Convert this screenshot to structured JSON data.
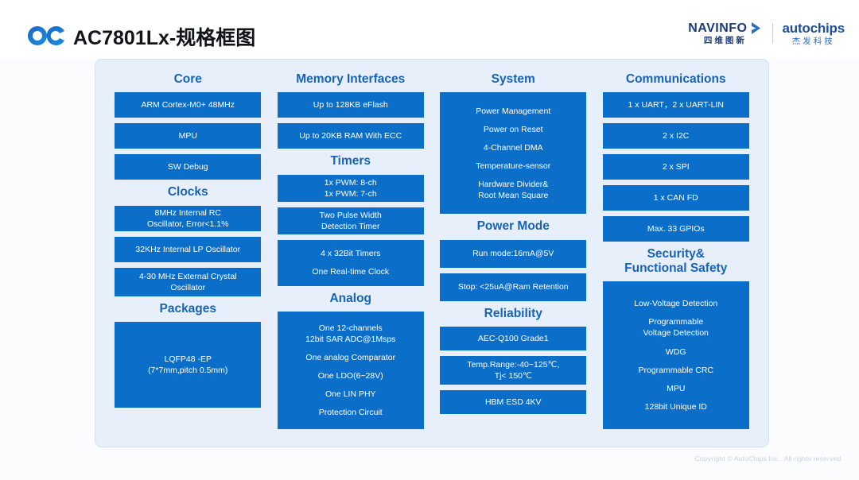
{
  "header": {
    "logo_mark": "OC",
    "title": "AC7801Lx-规格框图",
    "navinfo_word": "NAVINFO",
    "navinfo_cn": "四维图新",
    "autochips_word": "autochips",
    "autochips_cn": "杰发科技"
  },
  "colors": {
    "panel_bg": "#e7effa",
    "box_blue": "#0b6fc9",
    "heading_blue": "#1763b8",
    "brand_navy": "#1b3a7a",
    "title_text": "#111418"
  },
  "columns": [
    {
      "sections": [
        {
          "title": "Core",
          "boxes": [
            {
              "height": 32,
              "lines": [
                "ARM Cortex-M0+ 48MHz"
              ]
            },
            {
              "height": 32,
              "lines": [
                "MPU"
              ]
            },
            {
              "height": 32,
              "lines": [
                "SW Debug"
              ]
            }
          ]
        },
        {
          "title": "Clocks",
          "boxes": [
            {
              "height": 32,
              "lines": [
                "8MHz Internal RC",
                "Oscillator, Error<1.1%"
              ]
            },
            {
              "height": 32,
              "lines": [
                "32KHz Internal LP Oscillator"
              ]
            },
            {
              "height": 36,
              "lines": [
                "4-30 MHz External Crystal",
                "Oscillator"
              ]
            }
          ]
        },
        {
          "title": "Packages",
          "boxes": [
            {
              "height": 108,
              "lines": [
                "LQFP48 -EP",
                "(7*7mm,pitch 0.5mm)"
              ]
            }
          ]
        }
      ]
    },
    {
      "sections": [
        {
          "title": "Memory Interfaces",
          "boxes": [
            {
              "height": 32,
              "lines": [
                "Up to 128KB eFlash"
              ]
            },
            {
              "height": 32,
              "lines": [
                "Up to 20KB RAM With ECC"
              ]
            }
          ]
        },
        {
          "title": "Timers",
          "boxes": [
            {
              "height": 34,
              "lines": [
                "1x PWM: 8-ch",
                "1x PWM: 7-ch"
              ]
            },
            {
              "height": 34,
              "lines": [
                "Two Pulse Width",
                "Detection Timer"
              ]
            },
            {
              "height": 58,
              "lines": [
                "4 x 32Bit Timers",
                "",
                "One Real-time Clock"
              ]
            }
          ]
        },
        {
          "title": "Analog",
          "boxes": [
            {
              "height": 148,
              "lines": [
                "One 12-channels",
                "12bit SAR ADC@1Msps",
                "",
                "One analog Comparator",
                "",
                "One LDO(6~28V)",
                "",
                "One LIN PHY",
                "",
                "Protection Circuit"
              ]
            }
          ]
        }
      ]
    },
    {
      "sections": [
        {
          "title": "System",
          "boxes": [
            {
              "height": 153,
              "lines": [
                "Power Management",
                "",
                "Power on Reset",
                "",
                "4-Channel DMA",
                "",
                "Temperature-sensor",
                "",
                "Hardware Divider&",
                "Root Mean Square"
              ]
            }
          ]
        },
        {
          "title": "Power Mode",
          "boxes": [
            {
              "height": 35,
              "lines": [
                "Run mode:16mA@5V"
              ]
            },
            {
              "height": 35,
              "lines": [
                "Stop: <25uA@Ram Retention"
              ]
            }
          ]
        },
        {
          "title": "Reliability",
          "boxes": [
            {
              "height": 30,
              "lines": [
                "AEC-Q100 Grade1"
              ]
            },
            {
              "height": 36,
              "lines": [
                "Temp.Range:-40~125℃,",
                "Tj< 150℃"
              ]
            },
            {
              "height": 30,
              "lines": [
                "HBM ESD  4KV"
              ]
            }
          ]
        }
      ]
    },
    {
      "sections": [
        {
          "title": "Communications",
          "boxes": [
            {
              "height": 32,
              "lines": [
                "1 x UART，2 x UART-LIN"
              ]
            },
            {
              "height": 32,
              "lines": [
                "2 x I2C"
              ]
            },
            {
              "height": 32,
              "lines": [
                "2 x SPI"
              ]
            },
            {
              "height": 32,
              "lines": [
                "1 x CAN FD"
              ]
            },
            {
              "height": 32,
              "lines": [
                "Max. 33 GPIOs"
              ]
            }
          ]
        },
        {
          "title": "Security&\nFunctional Safety",
          "boxes": [
            {
              "height": 186,
              "lines": [
                "Low-Voltage Detection",
                "",
                "Programmable",
                "Voltage Detection",
                "",
                "WDG",
                "",
                "Programmable CRC",
                "",
                "MPU",
                "",
                "128bit Unique ID"
              ]
            }
          ]
        }
      ]
    }
  ],
  "footer": {
    "copyright": "Copyright © AutoChips Inc . All rights reserved."
  }
}
